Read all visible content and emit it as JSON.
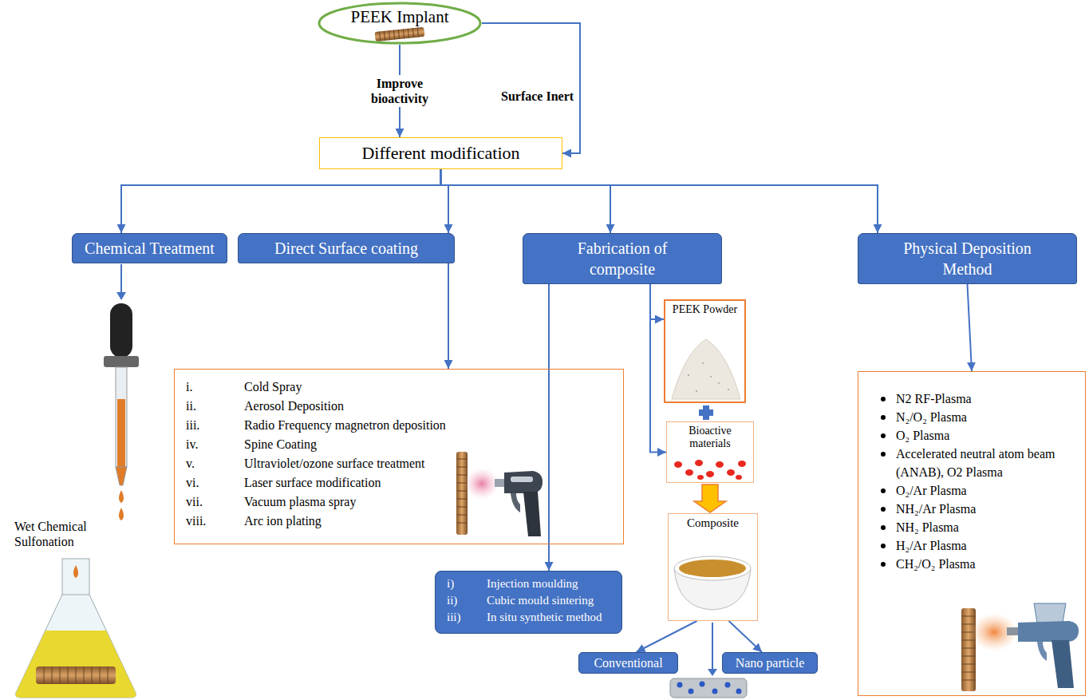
{
  "diagram": {
    "nodes": [
      {
        "text": [
          "PEEK Implant"
        ]
      },
      {
        "text": [
          "Different modification"
        ]
      },
      {
        "text": [
          "Chemical Treatment"
        ]
      },
      {
        "text": [
          "Direct Surface coating"
        ]
      },
      {
        "text": [
          "Fabrication of composite"
        ]
      },
      {
        "text": [
          "Physical Deposition Method"
        ]
      },
      {
        "text": [
          "i.",
          "Cold Spray",
          "ii.",
          "Aerosol Deposition",
          "iii.",
          "Radio Frequency magnetron deposition",
          "iv.",
          "Spine Coating",
          "v.",
          "Ultraviolet/ozone surface treatment",
          "vi.",
          "Laser surface modification",
          "vii.",
          "Vacuum plasma spray",
          "viii.",
          "Arc ion plating"
        ]
      },
      {
        "text": [
          "PEEK Powder"
        ]
      },
      {
        "text": [
          "Bioactive materials"
        ]
      },
      {
        "text": [
          "Composite"
        ]
      },
      {
        "text": [
          "i)",
          "Injection moulding",
          "ii)",
          "Cubic mould sintering",
          "iii)",
          "In situ synthetic method"
        ]
      },
      {
        "text": [
          "Conventional"
        ]
      },
      {
        "text": [
          "Nano particle"
        ]
      },
      {
        "text": [
          "N2 RF-Plasma",
          "N₂/O₂ Plasma",
          "O₂ Plasma",
          "Accelerated neutral atom beam (ANAB), O2 Plasma",
          "O₂/Ar Plasma",
          "NH₂/Ar Plasma",
          "NH₂ Plasma",
          "H₂/Ar Plasma",
          "CH₂/O₂ Plasma"
        ]
      }
    ],
    "edges": [
      {
        "from": 0,
        "to": 1,
        "arrow": "to",
        "label": "Improve bioactivity"
      },
      {
        "from": 0,
        "to": 1,
        "arrow": "to",
        "label": "Surface Inert"
      },
      {
        "from": 1,
        "to": 2,
        "arrow": "to"
      },
      {
        "from": 1,
        "to": 3,
        "arrow": "to"
      },
      {
        "from": 1,
        "to": 4,
        "arrow": "to"
      },
      {
        "from": 1,
        "to": 5,
        "arrow": "to"
      },
      {
        "from": 3,
        "to": 6,
        "arrow": "to"
      },
      {
        "from": 4,
        "to": 10,
        "arrow": "to"
      },
      {
        "from": 4,
        "to": 7,
        "arrow": "to"
      },
      {
        "from": 4,
        "to": 8,
        "arrow": "to"
      },
      {
        "from": 8,
        "to": 9,
        "arrow": "to"
      },
      {
        "from": 9,
        "to": 11,
        "arrow": "to"
      },
      {
        "from": 9,
        "to": 12,
        "arrow": "to"
      },
      {
        "from": 5,
        "to": 13,
        "arrow": "to"
      }
    ],
    "labels": [
      "Wet Chemical Sulfonation"
    ]
  }
}
